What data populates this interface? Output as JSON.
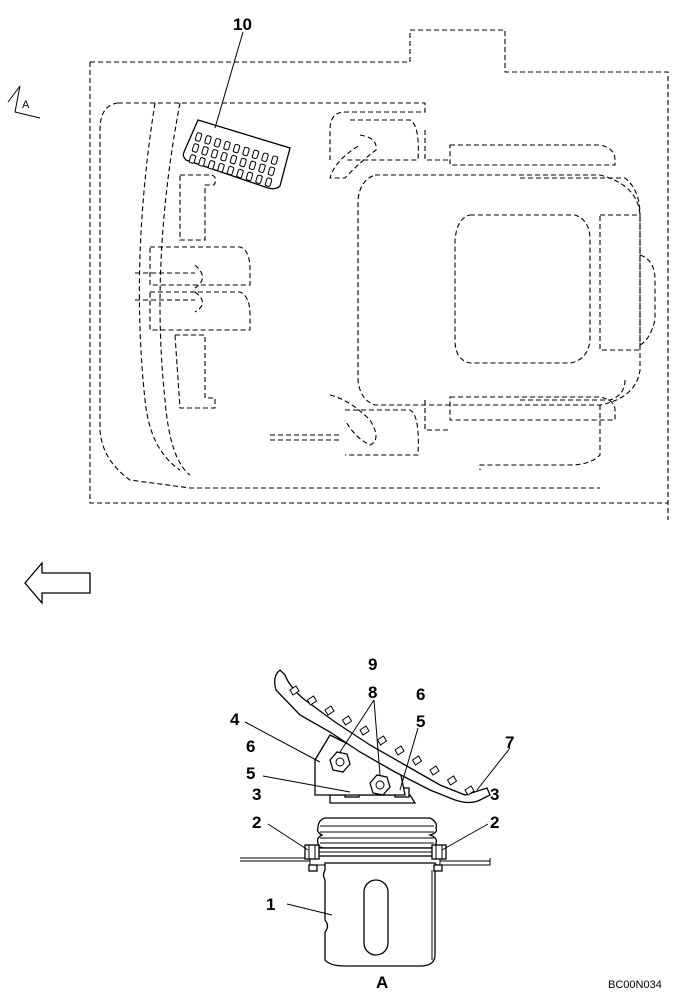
{
  "top_view": {
    "callout_pedal": "10",
    "view_marker": "A"
  },
  "detail_view": {
    "view_label": "A",
    "callouts": {
      "c1": "1",
      "c2_left": "2",
      "c2_right": "2",
      "c3_left": "3",
      "c3_right": "3",
      "c4": "4",
      "c5_left": "5",
      "c5_right": "5",
      "c6_left": "6",
      "c6_right": "6",
      "c7": "7",
      "c8": "8",
      "c9": "9"
    }
  },
  "drawing_code": "BC00N034"
}
